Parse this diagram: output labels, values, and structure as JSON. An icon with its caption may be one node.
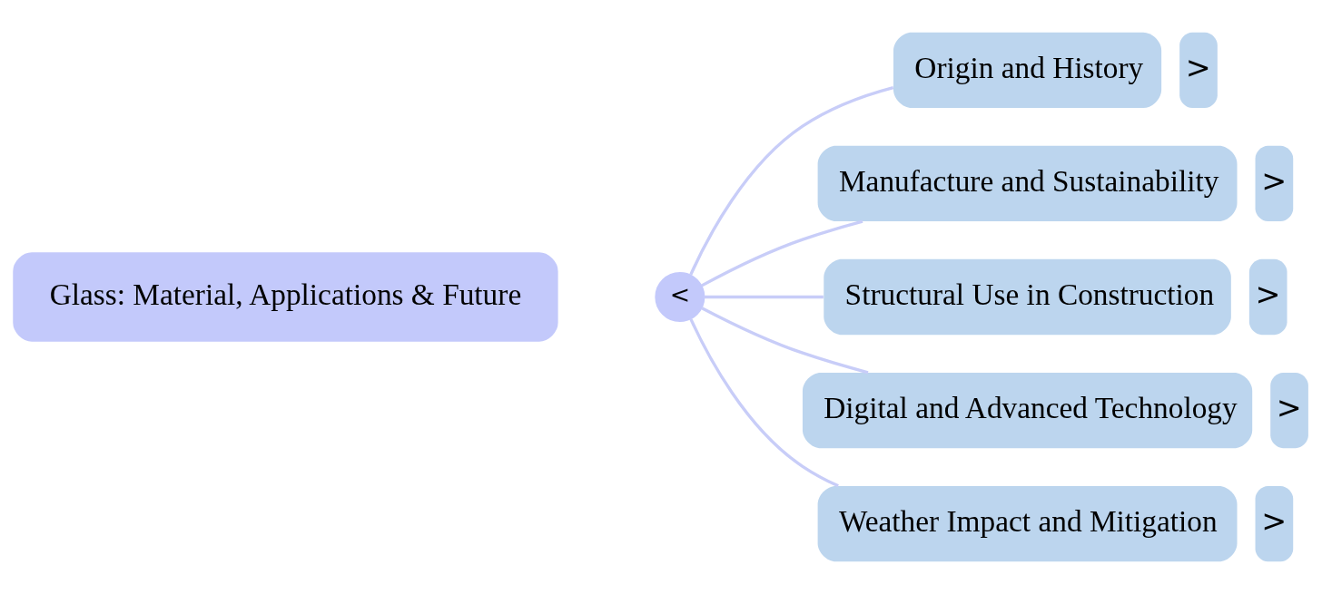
{
  "diagram": {
    "nodes": [
      {
        "text": [
          "Glass: Material, Applications & Future"
        ]
      },
      {
        "text": [
          "<"
        ]
      },
      {
        "text": [
          "Origin and History"
        ],
        "beside": [
          ">"
        ]
      },
      {
        "text": [
          "Manufacture and Sustainability"
        ],
        "beside": [
          ">"
        ]
      },
      {
        "text": [
          "Structural Use in Construction"
        ],
        "beside": [
          ">"
        ]
      },
      {
        "text": [
          "Digital and Advanced Technology"
        ],
        "beside": [
          ">"
        ]
      },
      {
        "text": [
          "Weather Impact and Mitigation"
        ],
        "beside": [
          ">"
        ]
      }
    ],
    "edges": [
      {
        "from": 1,
        "to": 2,
        "arrow": "none"
      },
      {
        "from": 1,
        "to": 3,
        "arrow": "none"
      },
      {
        "from": 1,
        "to": 4,
        "arrow": "none"
      },
      {
        "from": 1,
        "to": 5,
        "arrow": "none"
      },
      {
        "from": 1,
        "to": 6,
        "arrow": "none"
      }
    ]
  }
}
